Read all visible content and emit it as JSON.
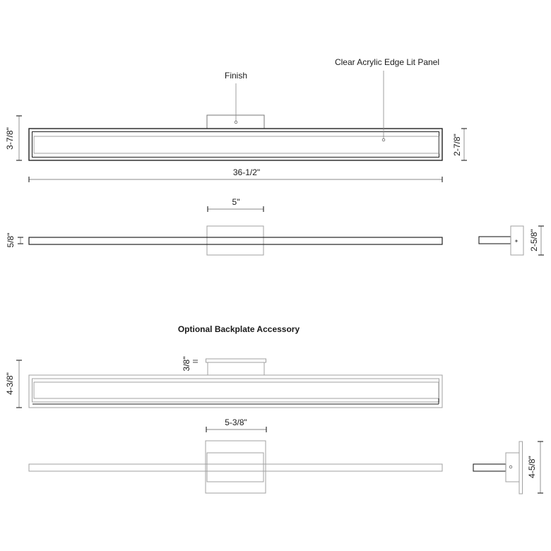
{
  "labels": {
    "finish": "Finish",
    "panel": "Clear Acrylic Edge Lit Panel",
    "backplate_title": "Optional Backplate Accessory"
  },
  "dimensions": {
    "front_height": "3-7/8\"",
    "panel_height": "2-7/8\"",
    "overall_width": "36-1/2\"",
    "canopy_width": "5\"",
    "profile_depth": "5/8\"",
    "side_height": "2-5/8\"",
    "backplate_thickness": "3/8\"",
    "backplate_front_height": "4-3/8\"",
    "backplate_width": "5-3/8\"",
    "backplate_side_height": "4-5/8\""
  },
  "colors": {
    "line_dark": "#222222",
    "line_light": "#a0a0a0",
    "text": "#1a1a1a",
    "background": "#ffffff"
  }
}
